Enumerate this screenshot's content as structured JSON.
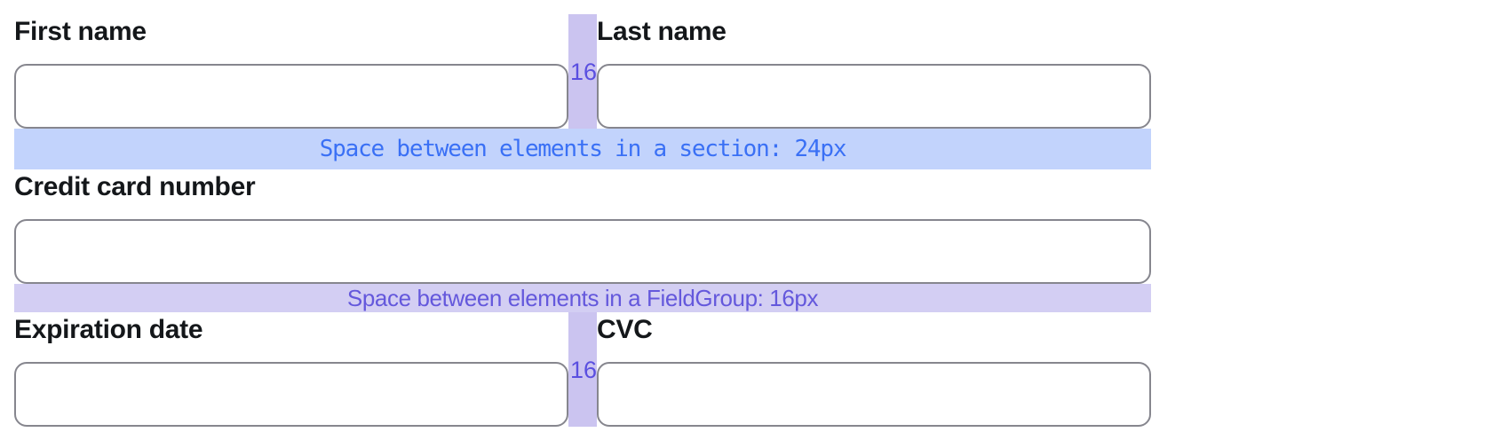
{
  "colors": {
    "section_band_bg": "#c2d3fc",
    "section_band_text": "#3a70f5",
    "group_band_bg": "#d3cef3",
    "group_band_text": "#6458dc",
    "gap_strip_bg": "#cbc4f0",
    "gap_number_text": "#5a4fe0",
    "input_border": "#86868e",
    "label_text": "#14171a"
  },
  "name_row": {
    "gap_label": "16",
    "fields": [
      {
        "label": "First name",
        "value": ""
      },
      {
        "label": "Last name",
        "value": ""
      }
    ]
  },
  "section_band": {
    "text": "Space between elements in a section: 24px"
  },
  "card_field": {
    "label": "Credit card number",
    "value": ""
  },
  "group_band": {
    "text": "Space between elements in a FieldGroup: 16px"
  },
  "expiry_row": {
    "gap_label": "16",
    "fields": [
      {
        "label": "Expiration date",
        "value": ""
      },
      {
        "label": "CVC",
        "value": ""
      }
    ]
  }
}
